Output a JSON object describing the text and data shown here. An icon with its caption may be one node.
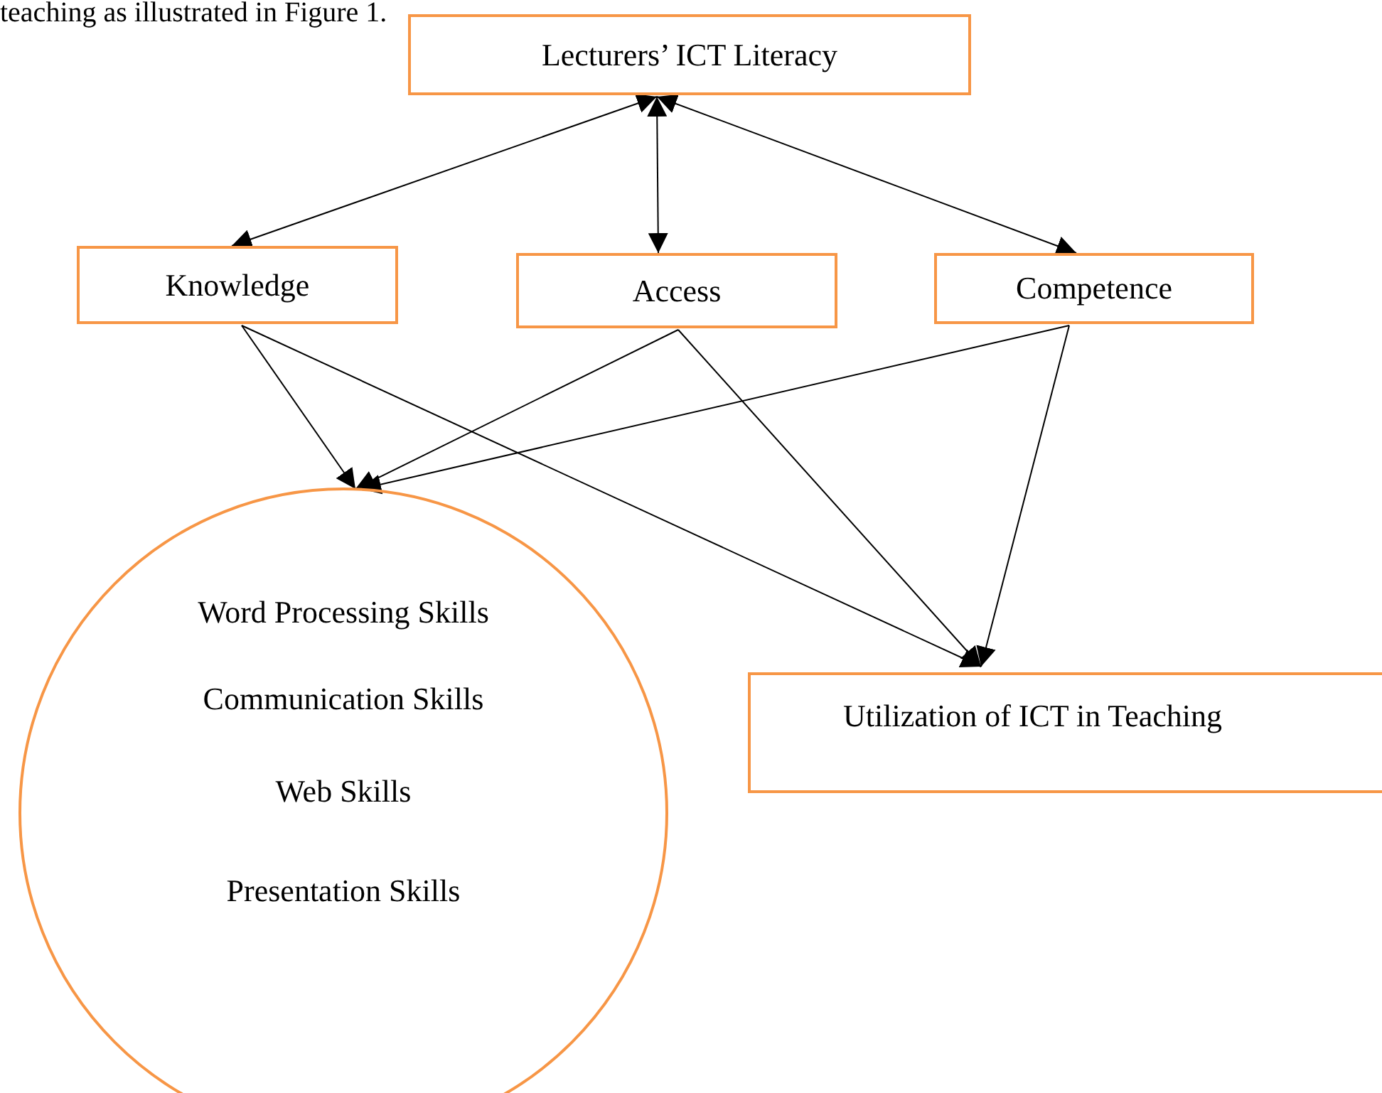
{
  "diagram": {
    "nodes": [
      {
        "text": [
          "Lecturers’ ICT Literacy"
        ]
      },
      {
        "text": [
          "Knowledge"
        ]
      },
      {
        "text": [
          "Access"
        ]
      },
      {
        "text": [
          "Competence"
        ]
      },
      {
        "text": [
          "Word Processing Skills",
          "Communication Skills",
          "Web Skills",
          "Presentation Skills"
        ]
      },
      {
        "text": [
          "Utilization of ICT in Teaching"
        ]
      }
    ],
    "edges": [
      {
        "from": 0,
        "to": 1,
        "arrow": "both"
      },
      {
        "from": 0,
        "to": 2,
        "arrow": "both"
      },
      {
        "from": 0,
        "to": 3,
        "arrow": "both"
      },
      {
        "from": 1,
        "to": 4,
        "arrow": "to"
      },
      {
        "from": 1,
        "to": 5,
        "arrow": "to"
      },
      {
        "from": 2,
        "to": 4,
        "arrow": "to"
      },
      {
        "from": 2,
        "to": 5,
        "arrow": "to"
      },
      {
        "from": 3,
        "to": 4,
        "arrow": "to"
      },
      {
        "from": 3,
        "to": 5,
        "arrow": "to"
      }
    ],
    "labels": [
      "teaching as illustrated in Figure 1."
    ]
  }
}
